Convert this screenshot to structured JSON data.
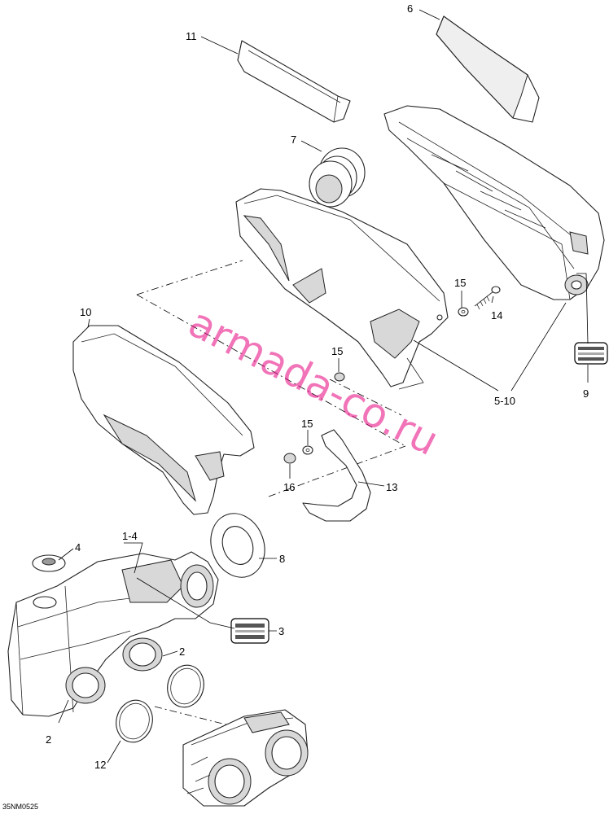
{
  "figure_code": "35NM0525",
  "watermark": "armada-co.ru",
  "callouts": {
    "c1": "1-4",
    "c2a": "2",
    "c2b": "2",
    "c3": "3",
    "c4": "4",
    "c5": "5-10",
    "c6": "6",
    "c7": "7",
    "c8": "8",
    "c9": "9",
    "c10": "10",
    "c11": "11",
    "c12": "12",
    "c13": "13",
    "c14": "14",
    "c15a": "15",
    "c15b": "15",
    "c15c": "15",
    "c16": "16"
  }
}
